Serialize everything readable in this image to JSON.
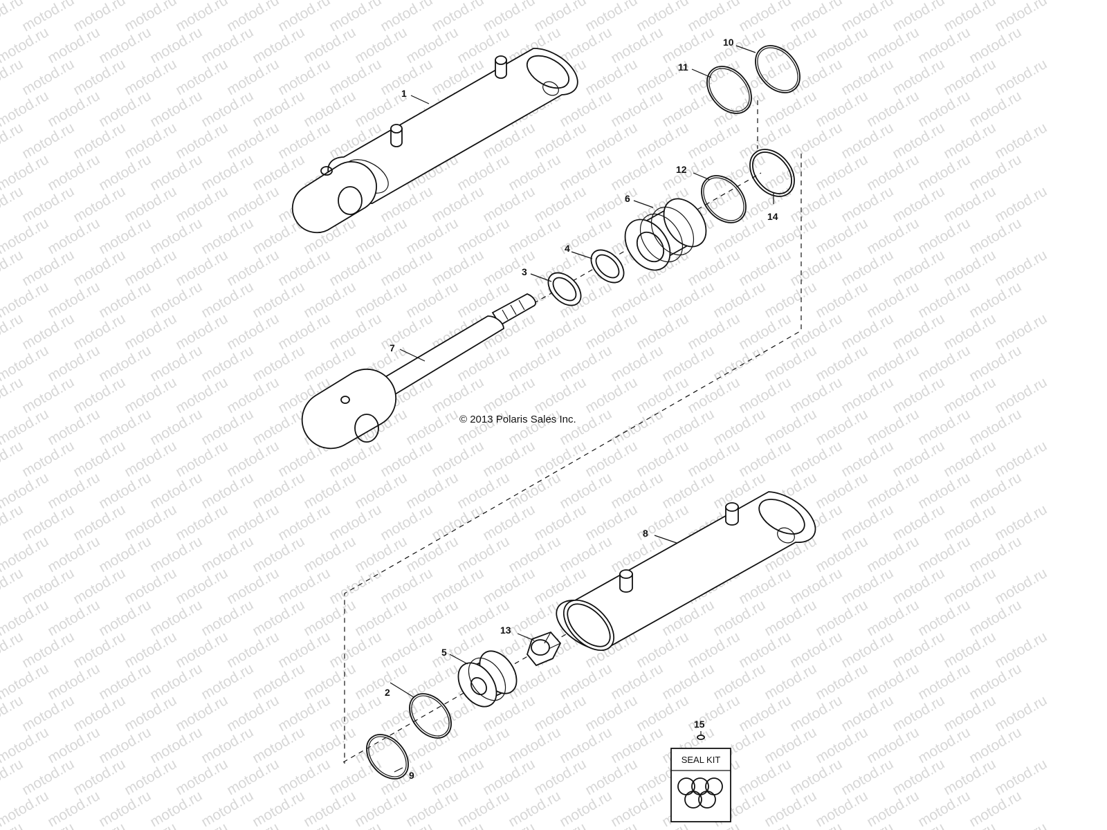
{
  "watermark": "motod.ru",
  "copyright": "© 2013 Polaris Sales Inc.",
  "seal_kit_label": "SEAL KIT",
  "callouts": [
    "1",
    "2",
    "3",
    "4",
    "5",
    "6",
    "7",
    "8",
    "9",
    "10",
    "11",
    "12",
    "13",
    "14",
    "15"
  ]
}
